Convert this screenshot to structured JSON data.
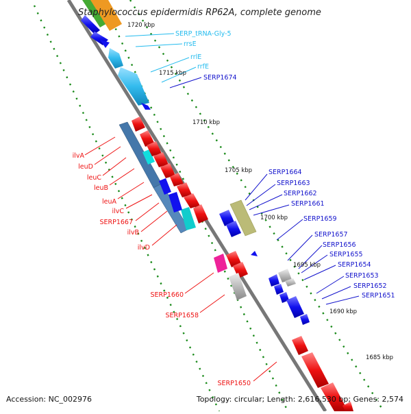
{
  "title": "Staphylococcus epidermidis RP62A, complete genome",
  "footer": {
    "accession": "Accession: NC_002976",
    "topology": "Topology: circular; Length: 2,616,530 bp; Genes: 2,574"
  },
  "ticks": [
    "1720 kbp",
    "1715 kbp",
    "1710 kbp",
    "1705 kbp",
    "1700 kbp",
    "1695 kbp",
    "1690 kbp",
    "1685 kbp"
  ],
  "gene_labels": {
    "upper_right": [
      "SERP_tRNA-Gly-5",
      "rrsE",
      "rrlE",
      "rrfE",
      "SERP1674"
    ],
    "middle_right": [
      "SERP1664",
      "SERP1663",
      "SERP1662",
      "SERP1661",
      "SERP1659"
    ],
    "lower_right": [
      "SERP1657",
      "SERP1656",
      "SERP1655",
      "SERP1654",
      "SERP1653",
      "SERP1652",
      "SERP1651"
    ],
    "left": [
      "ilvA",
      "leuD",
      "leuC",
      "leuB",
      "leuA",
      "ilvC",
      "SERP1667",
      "ilvB",
      "ilvD"
    ],
    "lower_left": [
      "SERP1660",
      "SERP1658",
      "SERP1650"
    ]
  },
  "colors": {
    "rna": "#33bbee",
    "blue_gene": "#1111ee",
    "red_gene": "#ee1111",
    "steel_gene": "#4477aa",
    "cyan_gene": "#11cccc",
    "olive_gene": "#bbbb77",
    "magenta_gene": "#ee2299",
    "gray_gene": "#bbbbbb",
    "tick_dots": "#1a8a1a",
    "backbone": "#777777"
  }
}
